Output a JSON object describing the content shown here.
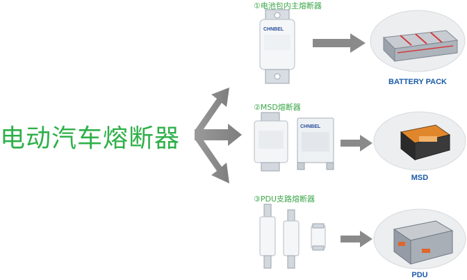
{
  "title": "电动汽车熔断器",
  "sections": [
    {
      "label": "①电池包内主熔断器",
      "product_name": "BATTERY PACK"
    },
    {
      "label": "②MSD熔断器",
      "product_name": "MSD"
    },
    {
      "label": "③PDU支路熔断器",
      "product_name": "PDU"
    }
  ],
  "brand": "CHNBEL",
  "colors": {
    "title": "#2fb04a",
    "section_label": "#3aa648",
    "product_label": "#1a5aa8",
    "arrow": "#8a8a8a"
  }
}
